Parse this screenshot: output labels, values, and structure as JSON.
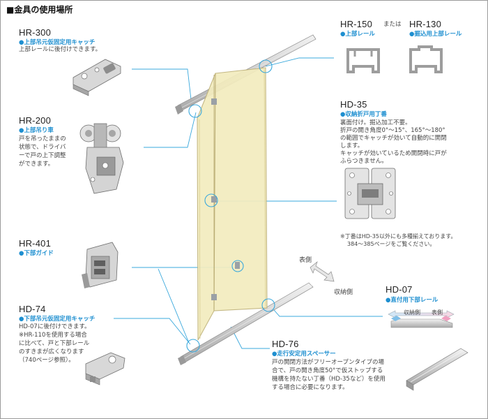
{
  "heading": "■金具の使用場所",
  "items": {
    "hr300": {
      "model": "HR-300",
      "subtitle": "●上部吊元仮固定用キャッチ",
      "desc": [
        "上部レールに後付けできます。"
      ]
    },
    "hr200": {
      "model": "HR-200",
      "subtitle": "●上部吊り車",
      "desc": [
        "戸を吊ったままの",
        "状態で、ドライバ",
        "ーで戸の上下調整",
        "ができます。"
      ]
    },
    "hr401": {
      "model": "HR-401",
      "subtitle": "●下部ガイド"
    },
    "hd74": {
      "model": "HD-74",
      "subtitle": "●下部吊元仮固定用キャッチ",
      "desc": [
        "HD-07に後付けできます。",
        "※HR-110を使用する場合",
        "に比べて、戸と下部レール",
        "のすきまが広くなります",
        "（740ページ参照）。"
      ]
    },
    "hr150": {
      "model": "HR-150",
      "subtitle": "●上部レール"
    },
    "or": "または",
    "hr130": {
      "model": "HR-130",
      "subtitle": "●掘込用上部レール"
    },
    "hd35": {
      "model": "HD-35",
      "subtitle": "●収納折戸用丁番",
      "desc": [
        "裏面付け。掘込加工不要。",
        "折戸の開き角度0°～15°、165°～180°",
        "の範囲でキャッチが効いて自動的に開閉",
        "します。",
        "キャッチが効いているため開閉時に戸が",
        "ふらつきません。"
      ],
      "note": [
        "※丁番はHD-35以外にも多種揃えております。",
        "384～385ページをご覧ください。"
      ]
    },
    "hd07": {
      "model": "HD-07",
      "subtitle": "●直付用下部レール",
      "bar_left": "収納側",
      "bar_right": "表側"
    },
    "hd76": {
      "model": "HD-76",
      "subtitle": "●走行安定用スペーサー",
      "desc": [
        "戸の開閉方法がフリーオープンタイプの場",
        "合で、戸の開き角度50°で仮ストップする",
        "機構を持たない丁番（HD-35など）を使用",
        "する場合に必要になります。"
      ]
    }
  },
  "direction": {
    "front": "表側",
    "storage": "収納側"
  },
  "colors": {
    "accent": "#1e8fd0",
    "leader": "#3aa8dc",
    "door_fill": "#f3ecbe",
    "door_edge": "#bfb27a",
    "rail": "#bcbcbc",
    "part": "#d6d6d6"
  }
}
